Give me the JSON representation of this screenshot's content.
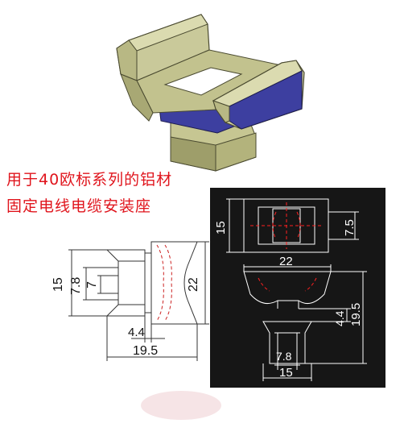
{
  "caption": {
    "line1": "用于40欧标系列的铝材",
    "line2": "固定电线电缆安装座"
  },
  "left_drawing": {
    "dims": {
      "height_outer": "15",
      "height_mid": "7.8",
      "height_inner": "7",
      "height_total": "22",
      "width_tab": "4.4",
      "width_total": "19.5"
    }
  },
  "cad_drawing": {
    "top_view": {
      "width": "15",
      "slot": "7.5"
    },
    "front_view": {
      "width_top": "22",
      "height_step": "4.4",
      "height_total": "19.5",
      "width_slot": "7.8",
      "width_base": "15"
    }
  },
  "colors": {
    "caption_red": "#e0141c",
    "body_khaki": "#c9c99a",
    "body_blue": "#3d3fa0",
    "cad_bg": "#161616",
    "cad_line": "#ffffff",
    "cad_red": "#ff2020"
  }
}
